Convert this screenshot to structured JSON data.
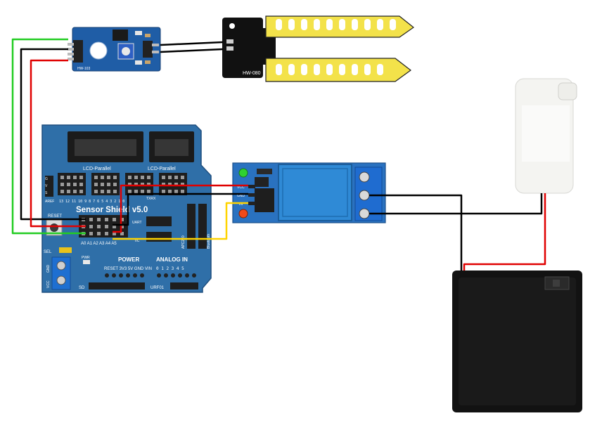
{
  "moisture_probe": {
    "label": "HW-080"
  },
  "sensor_module": {
    "label": "HW-103"
  },
  "sensor_shield": {
    "title": "Sensor Shield v5.0",
    "reset": "RESET",
    "sel": "SEL",
    "gnd": "GND",
    "vcc": "VCC",
    "pwr": "PWR",
    "lcd_parallel_1": "LCD-Parallel",
    "lcd_parallel_2": "LCD-Parallel",
    "power": "POWER",
    "analog_in": "ANALOG IN",
    "power_pins": "RESET 3V3 5V GND VIN",
    "analog_pins": "0 1 2 3 4 5",
    "analog_header": "A0 A1 A2 A3 A4 A5",
    "digital_header": "13 12 11 10 9 8 7 6 5 4 3 2 1 0",
    "aref": "AREF",
    "txrx": "TXRX",
    "uart": "UART",
    "iic": "IIC",
    "sd": "SD",
    "urf01": "URF01",
    "apc220": "APC220",
    "bluetooth": "Bluetooth",
    "gvs_g": "G",
    "gvs_v": "V",
    "gvs_s": "S"
  },
  "relay_module": {
    "in": "IN",
    "vcc": "VCC",
    "gnd": "GND"
  },
  "colors": {
    "board_blue": "#2f6fa8",
    "relay_blue": "#2a72c0",
    "wire_red": "#e00000",
    "wire_black": "#000000",
    "wire_green": "#22cc22",
    "wire_yellow": "#ffd400",
    "probe_black": "#111111",
    "probe_gold": "#f3e24a",
    "pump_white": "#f4f4f1",
    "battery_black": "#121212"
  }
}
